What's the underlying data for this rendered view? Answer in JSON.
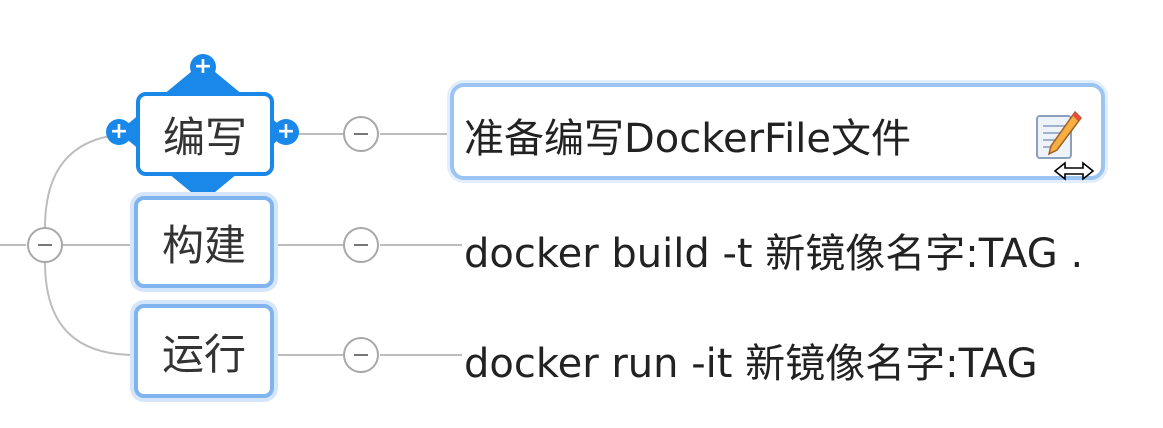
{
  "mindmap": {
    "root_collapse_symbol": "−",
    "nodes": [
      {
        "label": "编写",
        "child": {
          "text": "准备编写DockerFile文件"
        }
      },
      {
        "label": "构建",
        "child": {
          "text": "docker build -t 新镜像名字:TAG ."
        }
      },
      {
        "label": "运行",
        "child": {
          "text": "docker run -it 新镜像名字:TAG"
        }
      }
    ],
    "selected_node_handles": {
      "add_symbol": "+"
    },
    "icons": {
      "note": "note-pencil-icon",
      "resize": "resize-horizontal-icon"
    },
    "colors": {
      "accent": "#1a88e8",
      "node_border": "#7fb4ee",
      "connector": "#bdbdbd"
    }
  }
}
